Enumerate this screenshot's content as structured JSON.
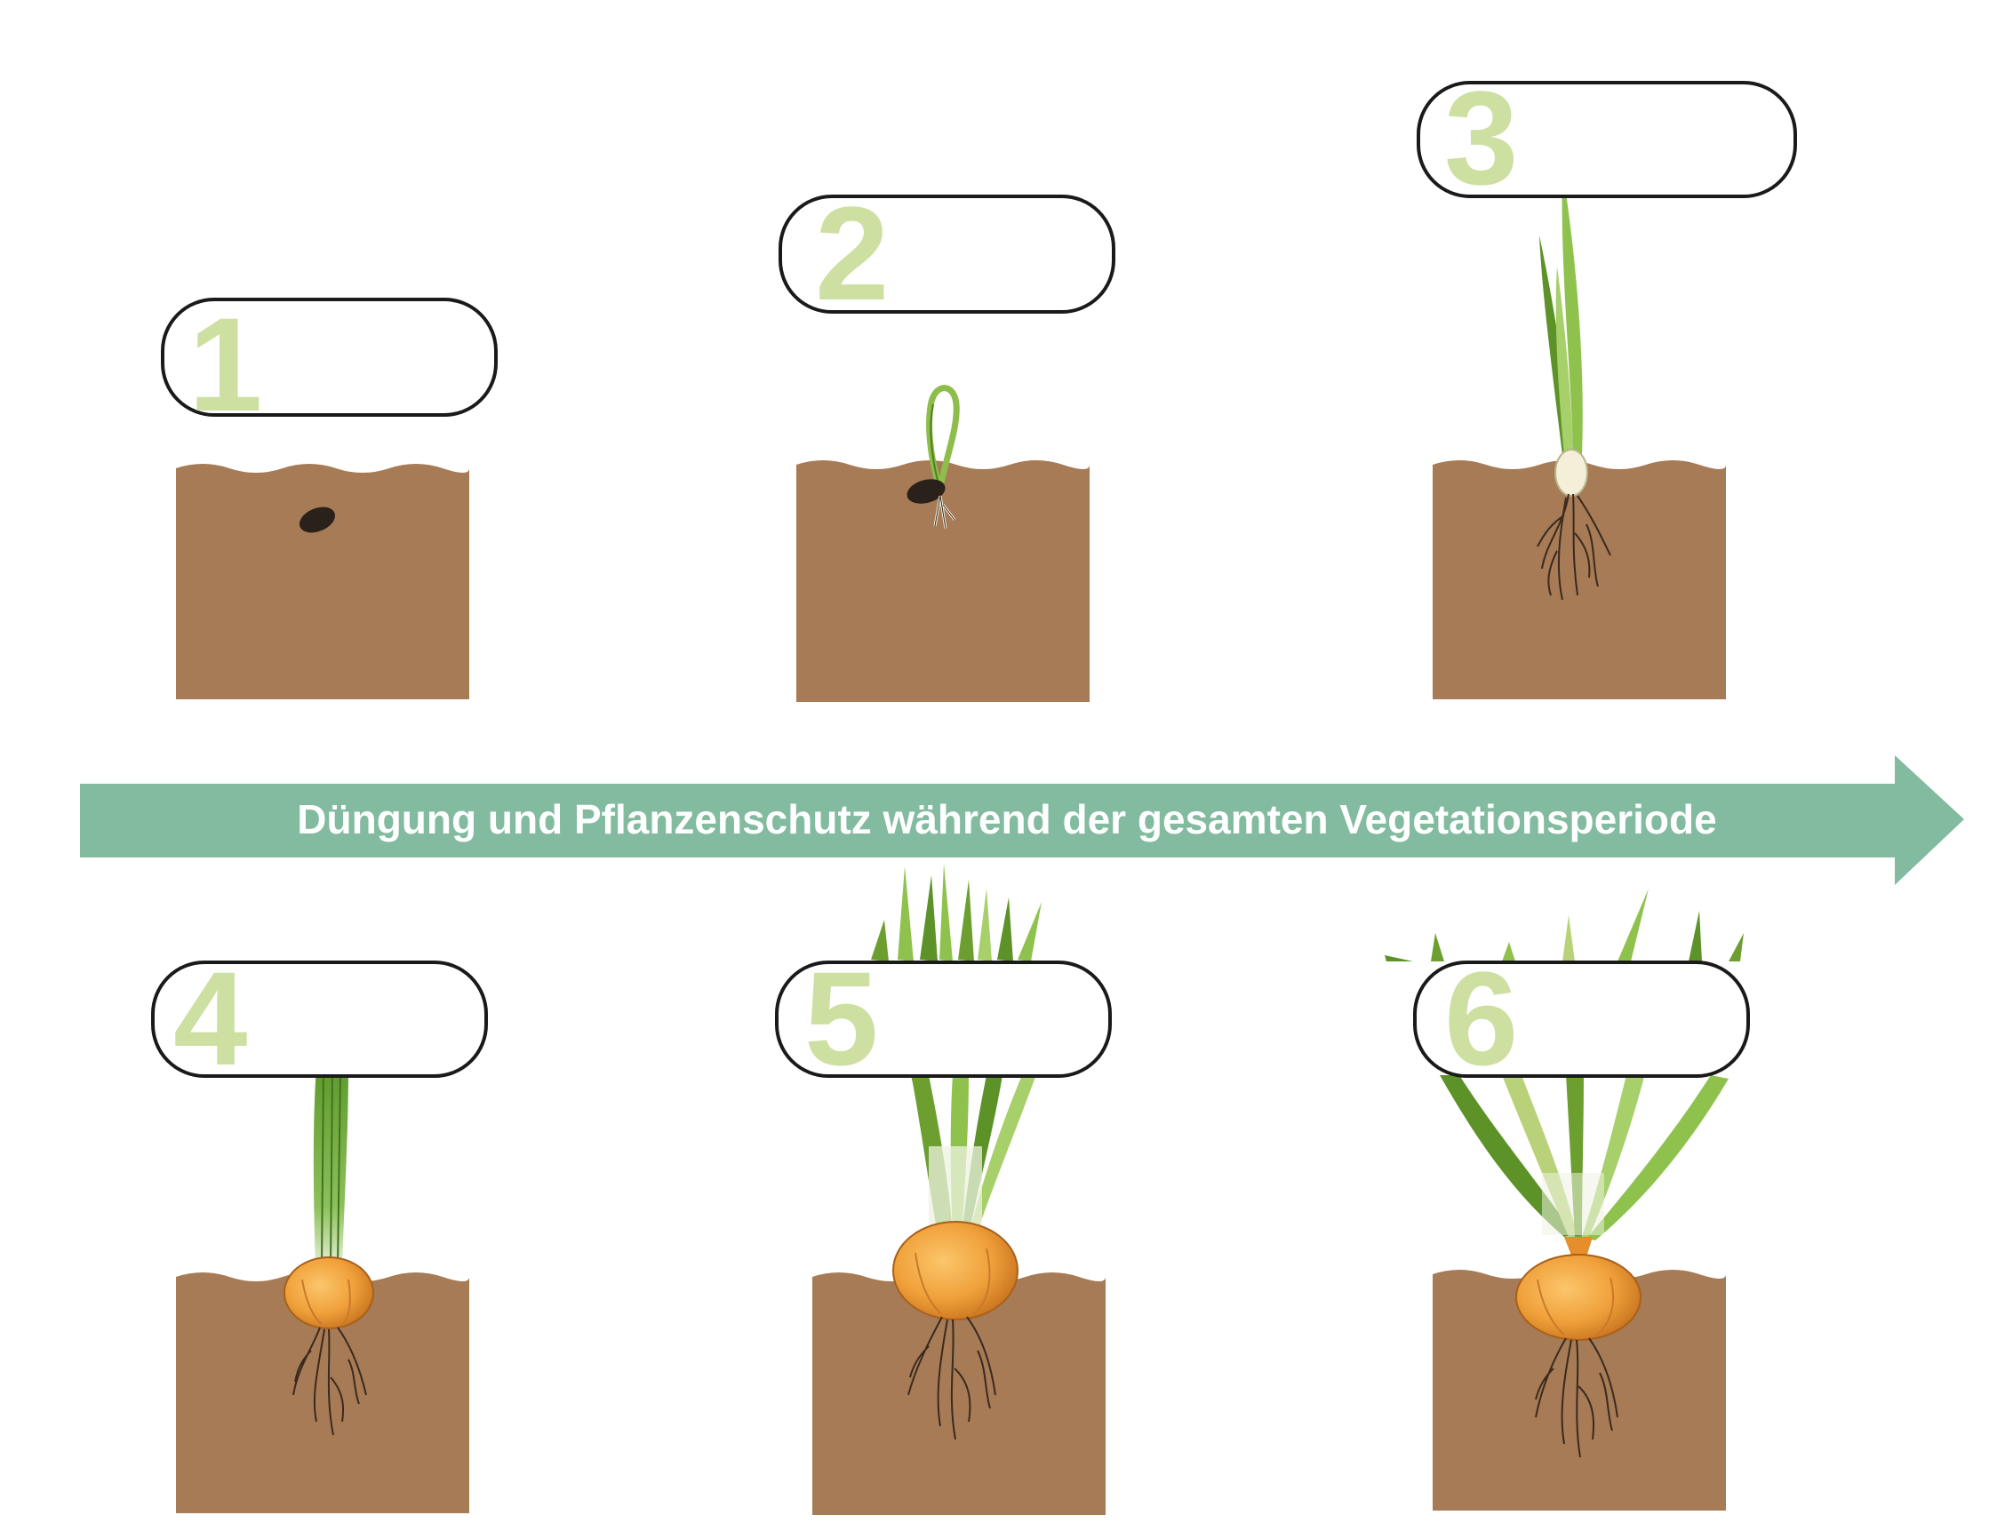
{
  "arrow": {
    "label": "Düngung und Pflanzenschutz während der gesamten Vegetationsperiode",
    "color": "#82bb9f"
  },
  "colors": {
    "soil": "#a67b55",
    "seed": "#2a211b",
    "leaf_green": "#6c9f2f",
    "leaf_light": "#b9d27a",
    "onion": "#f0a03a",
    "number": "#cde0a2",
    "label_border": "#1a1a1a"
  },
  "stages": [
    {
      "number": "1"
    },
    {
      "number": "2"
    },
    {
      "number": "3"
    },
    {
      "number": "4"
    },
    {
      "number": "5"
    },
    {
      "number": "6"
    }
  ]
}
